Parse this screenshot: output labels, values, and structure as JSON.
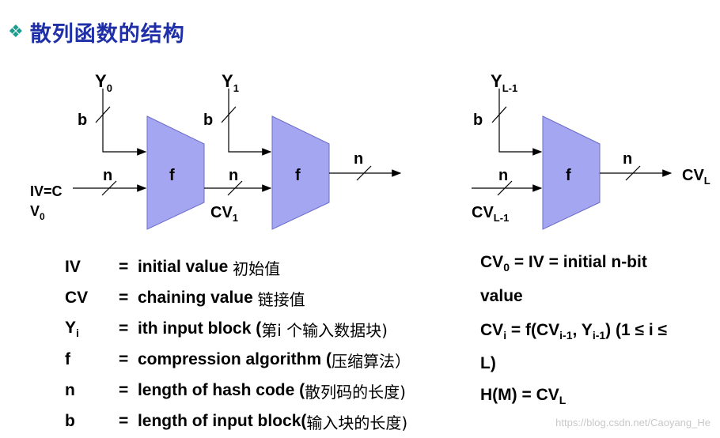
{
  "title": {
    "bullet_icon": "diamond-bullet-icon",
    "text": "散列函数的结构"
  },
  "diagram": {
    "block_label": "f",
    "block_color": "#a4a6f2",
    "stages": [
      {
        "input_main": "Y",
        "input_sub": "0",
        "input_width": "b",
        "chain_in_width": "n",
        "chain_in_lines": [
          "IV=C",
          "V"
        ],
        "chain_in_sub": "0"
      },
      {
        "input_main": "Y",
        "input_sub": "1",
        "input_width": "b",
        "chain_in_width": "n",
        "chain_in_main": "CV",
        "chain_in_sub": "1",
        "out_width": "n"
      },
      {
        "input_main": "Y",
        "input_sub": "L-1",
        "input_width": "b",
        "chain_in_width": "n",
        "chain_in_main": "CV",
        "chain_in_sub": "L-1",
        "out_width": "n",
        "out_main": "CV",
        "out_sub": "L"
      }
    ]
  },
  "definitions": [
    {
      "term": "IV",
      "sep": "=",
      "desc": "initial value",
      "cjk": "初始值"
    },
    {
      "term": "CV",
      "sep": "=",
      "desc": "chaining value",
      "cjk": "链接值"
    },
    {
      "term": "Y",
      "term_sub": "i",
      "sep": "=",
      "desc": "ith input block (",
      "cjk": "第i 个输入数据块)"
    },
    {
      "term": "f",
      "sep": "=",
      "desc": "compression algorithm (",
      "cjk": "压缩算法）"
    },
    {
      "term": "n",
      "sep": "=",
      "desc": "length of hash code (",
      "cjk": "散列码的长度)"
    },
    {
      "term": "b",
      "sep": "=",
      "desc": "length of input block(",
      "cjk": "输入块的长度)"
    }
  ],
  "formulas": {
    "line1_a": "CV",
    "line1_sub": "0",
    "line1_b": " = IV =  initial n-bit",
    "line2": "value",
    "line3_a": "CV",
    "line3_sub_i": "i",
    "line3_b": " = f(CV",
    "line3_sub_i1": "i-1",
    "line3_c": ", Y",
    "line3_sub_i2": "i-1",
    "line3_d": ")   (1 ≤ i ≤",
    "line4": "L)",
    "line5_a": "H(M) = CV",
    "line5_sub": "L"
  },
  "watermark": "https://blog.csdn.net/Caoyang_He"
}
